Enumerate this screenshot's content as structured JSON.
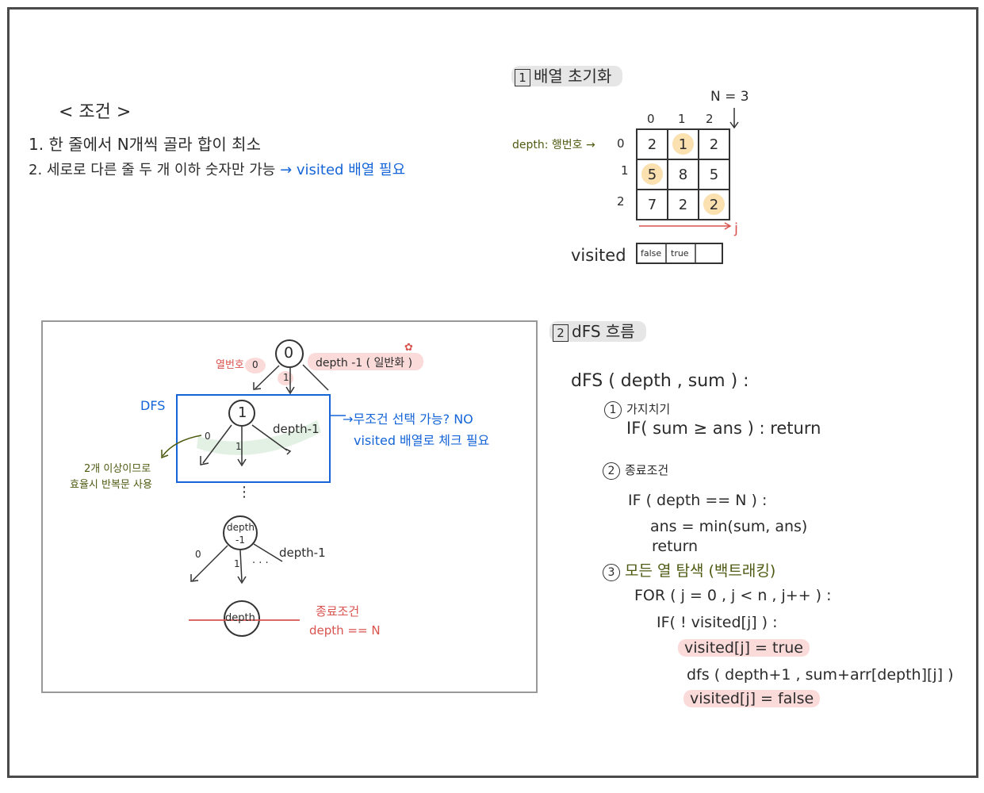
{
  "conditions": {
    "title": "< 조건 >",
    "line1": "1. 한 줄에서 N개씩 골라 합이 최소",
    "line2": "2. 세로로 다른 줄 두 개 이하 숫자만 가능",
    "line2_note": "→ visited 배열 필요"
  },
  "section1": {
    "num": "1",
    "title": "배열 초기화",
    "n_label": "N = 3",
    "depth_label": "depth: 행번호 →",
    "col_headers": [
      "0",
      "1",
      "2"
    ],
    "row_headers": [
      "0",
      "1",
      "2"
    ],
    "grid": [
      [
        "2",
        "1",
        "2"
      ],
      [
        "5",
        "8",
        "5"
      ],
      [
        "7",
        "2",
        "2"
      ]
    ],
    "j_label": "j",
    "visited_label": "visited",
    "visited_cells": [
      "false",
      "true",
      ""
    ]
  },
  "section2": {
    "num": "2",
    "title": "dFS 흐름",
    "signature": "dFS ( depth , sum ) :",
    "step1_num": "1",
    "step1_title": "가지치기",
    "step1_code": "IF( sum ≥ ans ) : return",
    "step2_num": "2",
    "step2_title": "종료조건",
    "step2_code1": "IF ( depth == N ) :",
    "step2_code2": "ans = min(sum, ans)",
    "step2_code3": "return",
    "step3_num": "3",
    "step3_title": "모든 열 탐색 (백트래킹)",
    "step3_code1": "FOR ( j = 0 , j < n , j++ ) :",
    "step3_code2": "IF( ! visited[j] ) :",
    "step3_code3": "visited[j] = true",
    "step3_code4": "dfs ( depth+1 , sum+arr[depth][j] )",
    "step3_code5": "visited[j] = false"
  },
  "tree": {
    "col_num_label": "열번호",
    "root_node": "0",
    "root_left_edge": "0",
    "root_mid_edge": "1",
    "depth_general": "depth -1 ( 일반화 )",
    "dfs_label": "DFS",
    "node1": "1",
    "node1_left_edge": "0",
    "node1_mid_edge": "1",
    "node1_depth": "depth-1",
    "note_right1": "→무조건 선택 가능? NO",
    "note_right2": "visited 배열로 체크 필요",
    "note_left1": "2개 이상이므로",
    "note_left2": "효율시 반복문 사용",
    "dots": "⋮",
    "node2_line1": "depth",
    "node2_line2": "-1",
    "node2_left_edge": "0",
    "node2_mid_edge": "1",
    "node2_ellipsis": "· · ·",
    "node2_depth": "depth-1",
    "leaf_node": "depth",
    "end_label": "종료조건",
    "end_cond": "depth == N"
  },
  "colors": {
    "red": "#d9534f",
    "blue": "#1565d8",
    "olive": "#4f5a12",
    "highlight_orange": "#fbe0b0",
    "highlight_pink": "#fbdada"
  }
}
